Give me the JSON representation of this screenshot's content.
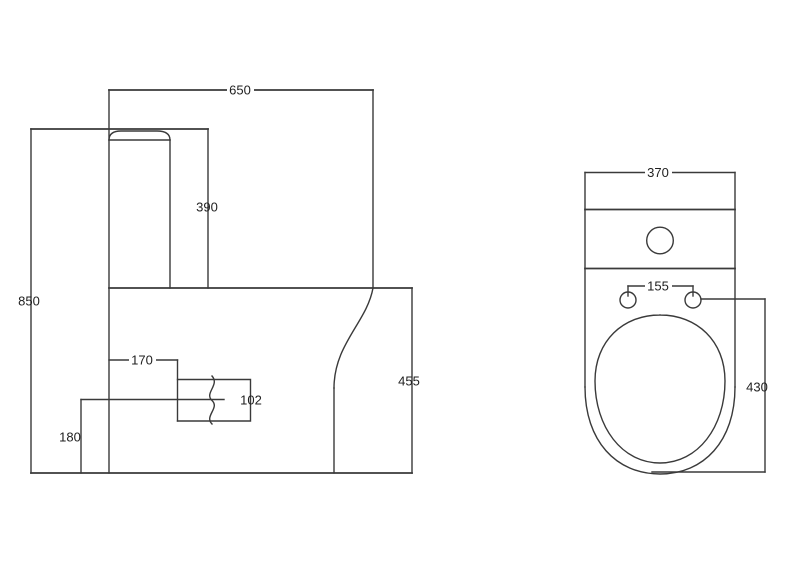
{
  "drawing": {
    "dims": {
      "d650": "650",
      "d390": "390",
      "d850": "850",
      "d170": "170",
      "d102": "102",
      "d180": "180",
      "d455": "455",
      "d370": "370",
      "d155": "155",
      "d430": "430"
    }
  },
  "colors": {
    "line": "#3a3a3a",
    "text": "#1f1f1f",
    "background": "#ffffff"
  }
}
